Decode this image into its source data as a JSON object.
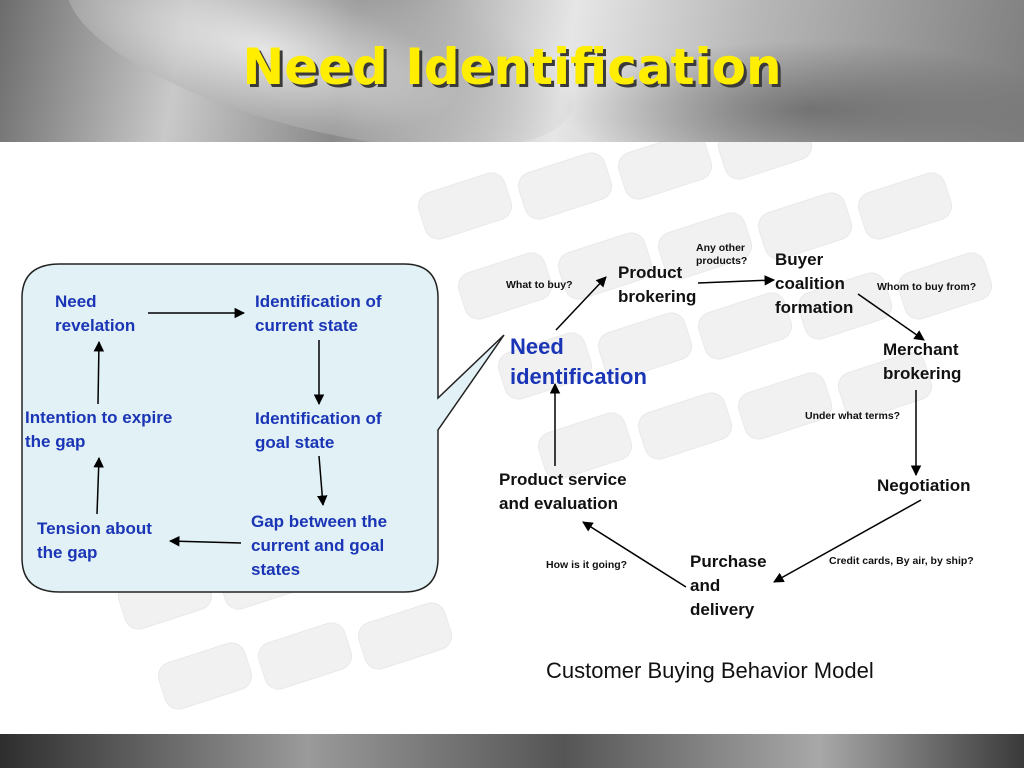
{
  "title": "Need Identification",
  "left_cycle": {
    "need_revelation": "Need\nrevelation",
    "identification_current": "Identification of\ncurrent state",
    "identification_goal": "Identification of\ngoal state",
    "gap": "Gap between the\ncurrent and goal\nstates",
    "tension": "Tension about\nthe gap",
    "intention": "Intention to expire\nthe gap"
  },
  "right_cycle": {
    "center": "Need\nidentification",
    "product_brokering": "Product\nbrokering",
    "buyer_coalition": "Buyer\ncoalition\nformation",
    "merchant_brokering": "Merchant\nbrokering",
    "negotiation": "Negotiation",
    "purchase_delivery": "Purchase\nand\ndelivery",
    "product_service": "Product service\nand evaluation"
  },
  "questions": {
    "what_to_buy": "What to buy?",
    "any_other": "Any other\nproducts?",
    "whom": "Whom to buy from?",
    "terms": "Under what terms?",
    "credit": "Credit cards, By air, by ship?",
    "how_going": "How is it going?"
  },
  "caption": "Customer Buying Behavior Model",
  "colors": {
    "title": "#ffee00",
    "left_text": "#1a35b5",
    "callout_fill": "#e2f1f6"
  }
}
